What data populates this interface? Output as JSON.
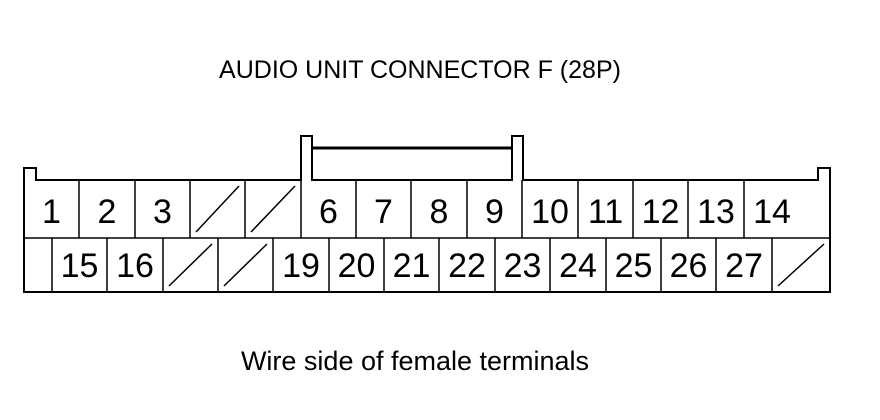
{
  "diagram": {
    "title": "AUDIO UNIT CONNECTOR F (28P)",
    "caption": "Wire side of female terminals",
    "top_row_labels": [
      "1",
      "2",
      "3",
      "",
      "",
      "6",
      "7",
      "8",
      "9",
      "10",
      "11",
      "12",
      "13",
      "14"
    ],
    "bottom_row_labels": [
      "15",
      "16",
      "",
      "",
      "19",
      "20",
      "21",
      "22",
      "23",
      "24",
      "25",
      "26",
      "27",
      ""
    ]
  }
}
